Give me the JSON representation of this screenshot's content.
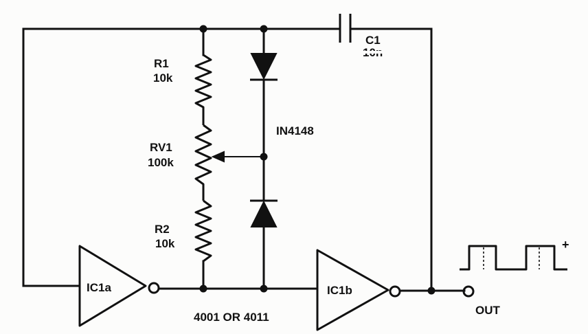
{
  "labels": {
    "r1_name": "R1",
    "r1_value": "10k",
    "rv1_name": "RV1",
    "rv1_value": "100k",
    "r2_name": "R2",
    "r2_value": "10k",
    "c1_name": "C1",
    "c1_value": "10n",
    "diode_type": "IN4148",
    "gate_a": "IC1a",
    "gate_b": "IC1b",
    "ic_family": "4001 OR 4011",
    "output": "OUT",
    "polarity": "+"
  }
}
